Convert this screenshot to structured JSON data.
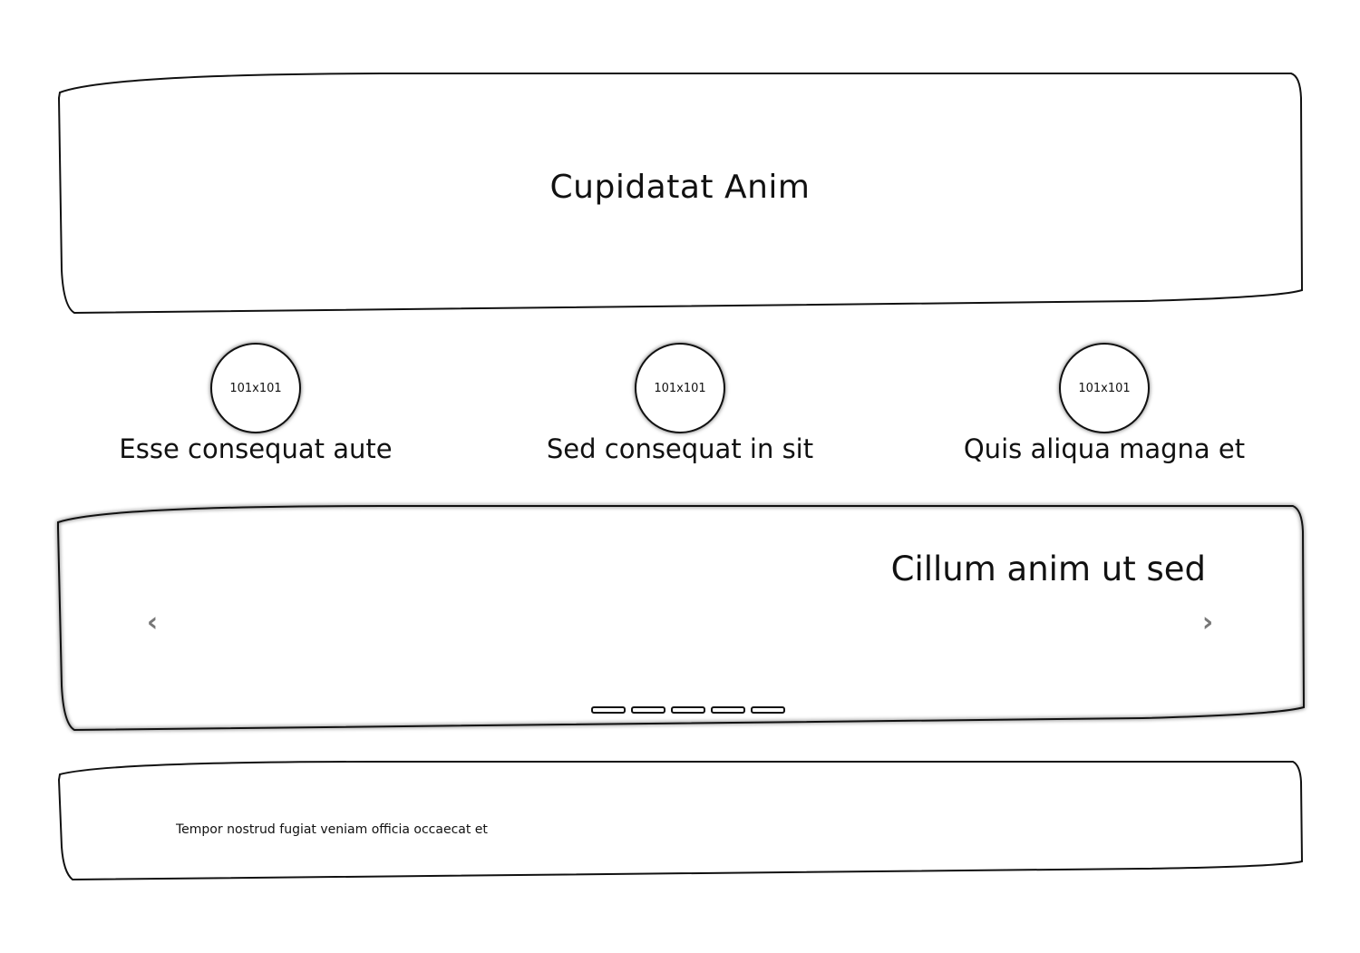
{
  "hero": {
    "title": "Cupidatat Anim"
  },
  "features": [
    {
      "image_placeholder": "101x101",
      "label": "Esse consequat aute"
    },
    {
      "image_placeholder": "101x101",
      "label": "Sed consequat in sit"
    },
    {
      "image_placeholder": "101x101",
      "label": "Quis aliqua magna et"
    }
  ],
  "carousel": {
    "caption": "Cillum anim ut sed",
    "prev_icon": "chevron-left-icon",
    "next_icon": "chevron-right-icon",
    "slide_count": 5,
    "arrow_color": "#777777"
  },
  "footer": {
    "text": "Tempor nostrud fugiat veniam officia occaecat et"
  }
}
